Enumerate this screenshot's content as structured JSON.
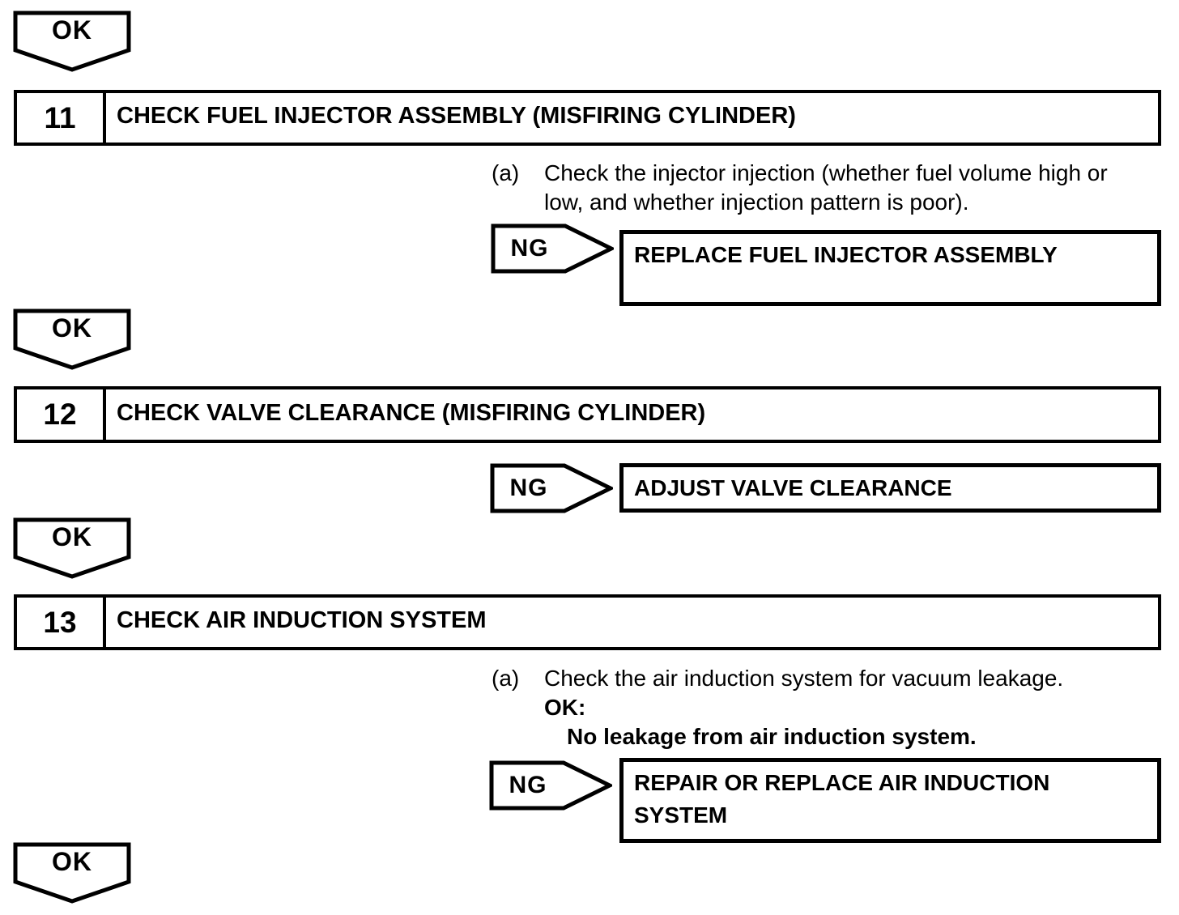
{
  "connector_labels": {
    "ok": "OK",
    "ng": "NG"
  },
  "flowchart": {
    "steps": [
      {
        "number": "11",
        "title": "CHECK FUEL INJECTOR ASSEMBLY (MISFIRING CYLINDER)",
        "instruction": {
          "marker": "(a)",
          "line1": "Check the injector injection (whether fuel volume high or",
          "line2": "low, and whether injection pattern is poor)."
        },
        "ng_action_line1": "REPLACE FUEL INJECTOR ASSEMBLY"
      },
      {
        "number": "12",
        "title": "CHECK VALVE CLEARANCE (MISFIRING CYLINDER)",
        "ng_action_line1": "ADJUST VALVE CLEARANCE"
      },
      {
        "number": "13",
        "title": "CHECK AIR INDUCTION SYSTEM",
        "instruction": {
          "marker": "(a)",
          "line1": "Check the air induction system for vacuum leakage.",
          "ok_heading": "OK:",
          "ok_condition": "No leakage from air induction system."
        },
        "ng_action_line1": "REPAIR OR REPLACE AIR INDUCTION",
        "ng_action_line2": "SYSTEM"
      }
    ]
  },
  "colors": {
    "ink": "#000000",
    "paper": "#ffffff"
  }
}
